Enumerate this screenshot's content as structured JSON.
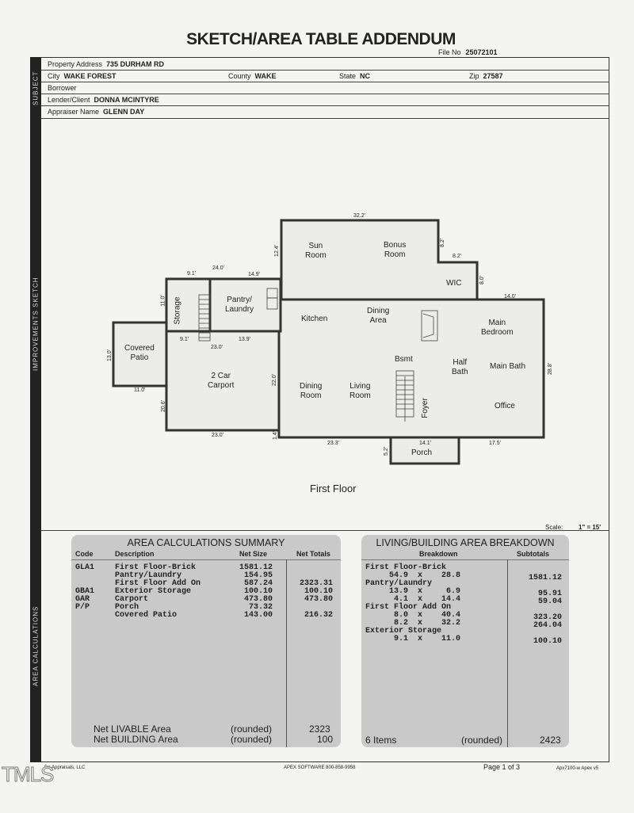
{
  "header": {
    "title": "SKETCH/AREA TABLE ADDENDUM",
    "file_no_label": "File No",
    "file_no": "25072101"
  },
  "sections": {
    "subject": "SUBJECT",
    "sketch": "IMPROVEMENTS SKETCH",
    "calc": "AREA CALCULATIONS"
  },
  "subject": {
    "property_address_label": "Property Address",
    "property_address": "735 DURHAM RD",
    "city_label": "City",
    "city": "WAKE FOREST",
    "county_label": "County",
    "county": "WAKE",
    "state_label": "State",
    "state": "NC",
    "zip_label": "Zip",
    "zip": "27587",
    "borrower_label": "Borrower",
    "borrower": "",
    "lender_label": "Lender/Client",
    "lender": "DONNA MCINTYRE",
    "appraiser_label": "Appraiser Name",
    "appraiser": "GLENN DAY"
  },
  "sketch": {
    "floor_title": "First Floor",
    "scale_label": "Scale:",
    "scale": "1\" = 15'",
    "rooms": {
      "sun": "Sun\nRoom",
      "bonus": "Bonus\nRoom",
      "wic": "WIC",
      "pantry": "Pantry/\nLaundry",
      "storage": "Storage",
      "kitchen": "Kitchen",
      "dining_area": "Dining\nArea",
      "main_bedroom": "Main\nBedroom",
      "covered_patio": "Covered\nPatio",
      "carport": "2 Car\nCarport",
      "bsmt": "Bsmt",
      "half_bath": "Half\nBath",
      "main_bath": "Main Bath",
      "dining_room": "Dining\nRoom",
      "living_room": "Living\nRoom",
      "foyer": "Foyer",
      "office": "Office",
      "porch": "Porch"
    },
    "dims": {
      "d322": "32.2'",
      "d124": "12.4'",
      "d82a": "8.2'",
      "d82b": "8.2'",
      "d80": "8.0'",
      "d140": "14.0'",
      "d240": "24.0'",
      "d91a": "9.1'",
      "d149": "14.9'",
      "d110a": "11.0'",
      "d91b": "9.1'",
      "d230a": "23.0'",
      "d139": "13.9'",
      "d130": "13.0'",
      "d110b": "11.0'",
      "d220": "22.0'",
      "d206": "20.6'",
      "d230b": "23.0'",
      "d14": "1.4'",
      "d233": "23.3'",
      "d52": "5.2'",
      "d141": "14.1'",
      "d175": "17.5'",
      "d288": "28.8'"
    }
  },
  "summary": {
    "title": "AREA CALCULATIONS SUMMARY",
    "columns": [
      "Code",
      "Description",
      "Net Size",
      "Net Totals"
    ],
    "rows": [
      {
        "code": "GLA1",
        "desc": "First Floor-Brick",
        "size": "1581.12",
        "total": ""
      },
      {
        "code": "",
        "desc": "Pantry/Laundry",
        "size": "154.95",
        "total": ""
      },
      {
        "code": "",
        "desc": "First Floor Add On",
        "size": "587.24",
        "total": "2323.31"
      },
      {
        "code": "GBA1",
        "desc": "Exterior Storage",
        "size": "100.10",
        "total": "100.10"
      },
      {
        "code": "GAR",
        "desc": "Carport",
        "size": "473.80",
        "total": "473.80"
      },
      {
        "code": "P/P",
        "desc": "Porch",
        "size": "73.32",
        "total": ""
      },
      {
        "code": "",
        "desc": "Covered Patio",
        "size": "143.00",
        "total": "216.32"
      }
    ],
    "net_livable_label": "Net LIVABLE Area",
    "net_livable_rounded": "(rounded)",
    "net_livable": "2323",
    "net_building_label": "Net BUILDING Area",
    "net_building_rounded": "(rounded)",
    "net_building": "100"
  },
  "breakdown": {
    "title": "LIVING/BUILDING AREA BREAKDOWN",
    "columns": [
      "Breakdown",
      "Subtotals"
    ],
    "rows": [
      {
        "text": "First Floor-Brick",
        "sub": ""
      },
      {
        "text": "     54.9  x    28.8",
        "sub": "1581.12"
      },
      {
        "text": "Pantry/Laundry",
        "sub": ""
      },
      {
        "text": "     13.9  x     6.9",
        "sub": "95.91"
      },
      {
        "text": "      4.1  x    14.4",
        "sub": "59.04"
      },
      {
        "text": "First Floor Add On",
        "sub": ""
      },
      {
        "text": "      8.0  x    40.4",
        "sub": "323.20"
      },
      {
        "text": "      8.2  x    32.2",
        "sub": "264.04"
      },
      {
        "text": "Exterior Storage",
        "sub": ""
      },
      {
        "text": "      9.1  x    11.0",
        "sub": "100.10"
      }
    ],
    "items": "6 Items",
    "rounded": "(rounded)",
    "total": "2423"
  },
  "footer": {
    "company": "Da  Appraisals, LLC",
    "software": "APEX SOFTWARE 800-858-9958",
    "page": "Page 1 of 3",
    "form": "Apx7100-w Apex v5",
    "watermark": "TMLS"
  }
}
